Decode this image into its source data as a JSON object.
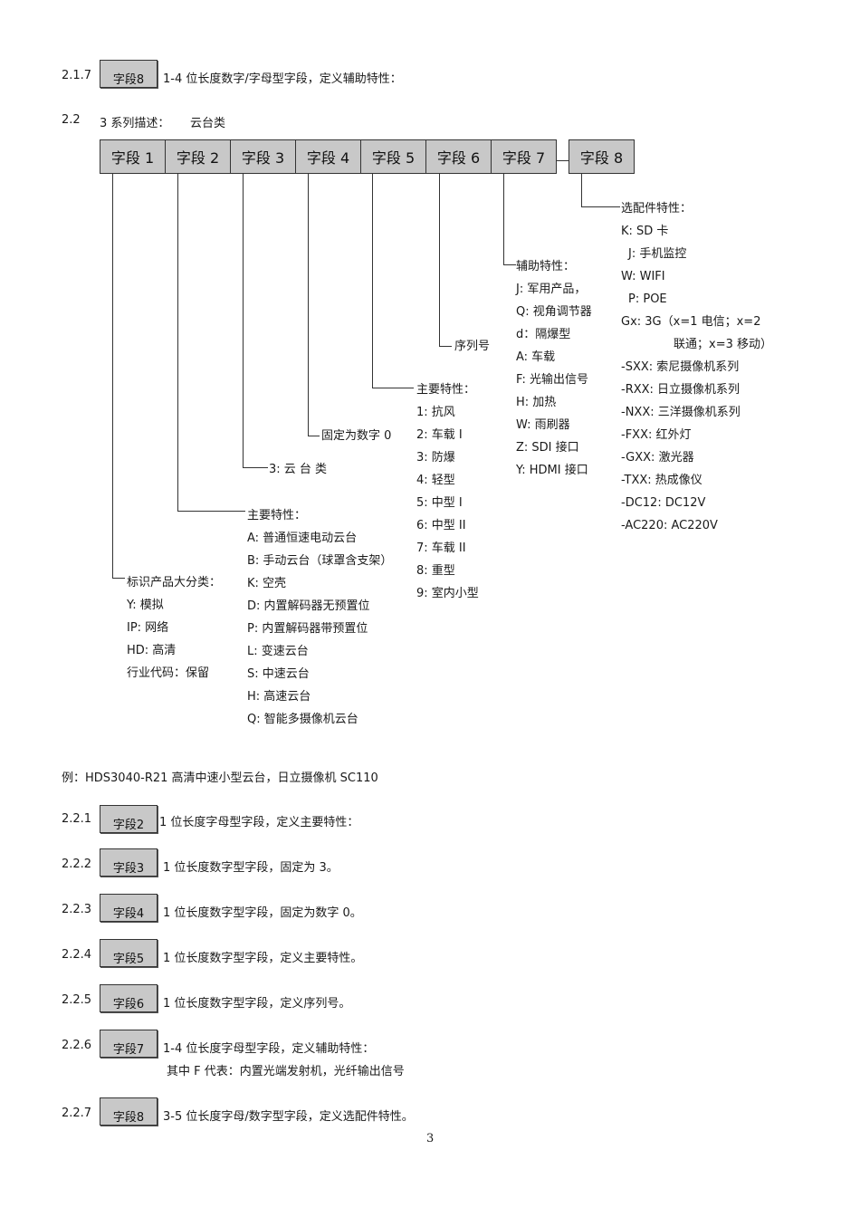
{
  "top_section": {
    "number": "2.1.7",
    "box_label": "字段8",
    "text": "1-4 位长度数字/字母型字段，定义辅助特性："
  },
  "section_2_2": {
    "number": "2.2",
    "title": "3 系列描述：",
    "subtitle": "云台类"
  },
  "fields": [
    "字段 1",
    "字段 2",
    "字段 3",
    "字段 4",
    "字段 5",
    "字段 6",
    "字段 7",
    "字段 8"
  ],
  "field1": {
    "heading": "标识产品大分类：",
    "items": [
      "Y:    模拟",
      "IP:     网络",
      "HD:    高清",
      "行业代码：保留"
    ]
  },
  "field2": {
    "heading": "主要特性：",
    "items": [
      "A:  普通恒速电动云台",
      "B: 手动云台（球罩含支架）",
      "K:  空壳",
      "D:  内置解码器无预置位",
      "P:  内置解码器带预置位",
      "L:  变速云台",
      "S:  中速云台",
      "H:  高速云台",
      "Q:  智能多摄像机云台"
    ]
  },
  "field3": {
    "label": "3: 云 台 类"
  },
  "field4": {
    "label": "固定为数字 0"
  },
  "field5": {
    "heading": "主要特性：",
    "items": [
      "1:   抗风",
      "2:  车载 I",
      "3:  防爆",
      "4:  轻型",
      "5:  中型 I",
      "6:  中型 II",
      "7:  车载 II",
      "8:  重型",
      "9:  室内小型"
    ]
  },
  "field6": {
    "label": "序列号"
  },
  "field7": {
    "heading": "辅助特性：",
    "items": [
      "J:   军用产品，",
      "Q: 视角调节器",
      "d：隔爆型",
      "A:  车载",
      "F:  光输出信号",
      "H:  加热",
      "W:  雨刷器",
      "Z:  SDI 接口",
      "Y:  HDMI 接口"
    ]
  },
  "field8": {
    "heading": "选配件特性：",
    "items": [
      "K:  SD 卡",
      "J:  手机监控",
      "W:  WIFI",
      "P:  POE",
      "Gx:  3G（x=1 电信；x=2",
      "联通；x=3 移动）",
      "-SXX:  索尼摄像机系列",
      "-RXX:  日立摄像机系列",
      "-NXX:  三洋摄像机系列",
      "-FXX:  红外灯",
      "-GXX:  激光器",
      "-TXX:  热成像仪",
      "-DC12:    DC12V",
      "-AC220:  AC220V"
    ]
  },
  "example": "例：HDS3040-R21    高清中速小型云台，日立摄像机 SC110",
  "subsections": [
    {
      "number": "2.2.1",
      "box": "字段2",
      "text": "1 位长度字母型字段，定义主要特性：",
      "extra": ""
    },
    {
      "number": "2.2.2",
      "box": "字段3",
      "text": "1 位长度数字型字段，固定为  3。",
      "extra": ""
    },
    {
      "number": "2.2.3",
      "box": "字段4",
      "text": "1 位长度数字型字段，固定为数字  0。",
      "extra": ""
    },
    {
      "number": "2.2.4",
      "box": "字段5",
      "text": "1 位长度数字型字段，定义主要特性。",
      "extra": ""
    },
    {
      "number": "2.2.5",
      "box": "字段6",
      "text": "1 位长度数字型字段，定义序列号。",
      "extra": ""
    },
    {
      "number": "2.2.6",
      "box": "字段7",
      "text": "1-4 位长度字母型字段，定义辅助特性：",
      "extra": "其中 F 代表：内置光端发射机，光纤输出信号"
    },
    {
      "number": "2.2.7",
      "box": "字段8",
      "text": "3-5 位长度字母/数字型字段，定义选配件特性。",
      "extra": ""
    }
  ],
  "page_number": "3"
}
